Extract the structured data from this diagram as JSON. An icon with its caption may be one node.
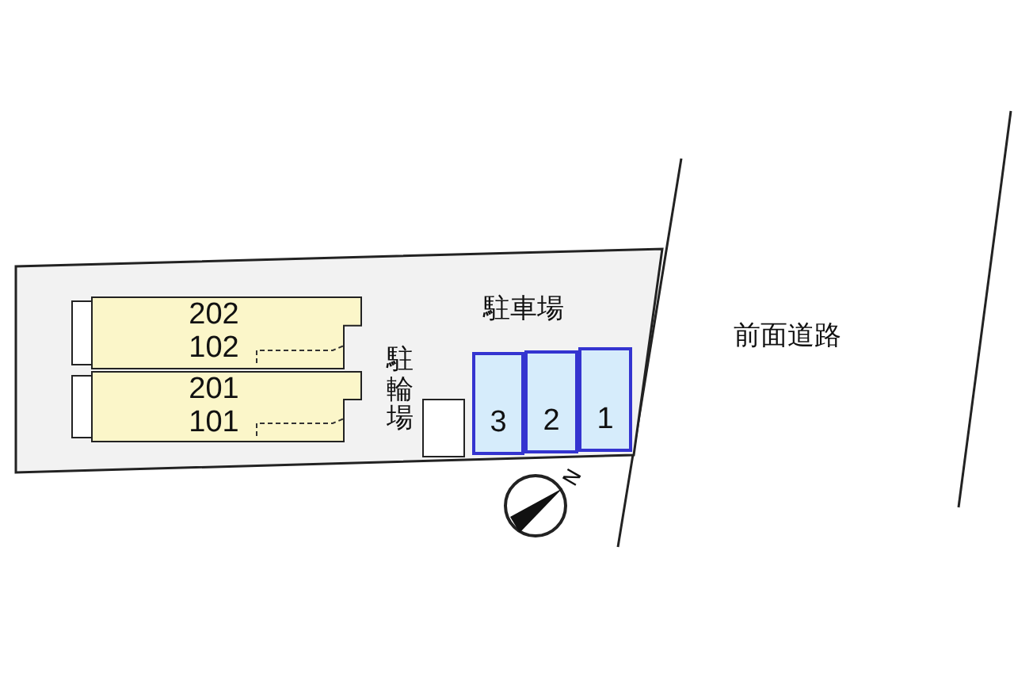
{
  "diagram": {
    "nodes": [
      {
        "text": [],
        "shape": "box"
      },
      {
        "text": [
          "202",
          "102"
        ],
        "in": 0
      },
      {
        "text": [
          "201",
          "101"
        ],
        "in": 0
      },
      {
        "text": [
          "駐輪場"
        ],
        "in": 0
      },
      {
        "text": [
          "3"
        ],
        "in": 0
      },
      {
        "text": [
          "2"
        ],
        "in": 0
      },
      {
        "text": [
          "1"
        ],
        "in": 0
      }
    ],
    "edges": [],
    "labels": [
      "駐車場",
      "前面道路",
      "N"
    ]
  }
}
